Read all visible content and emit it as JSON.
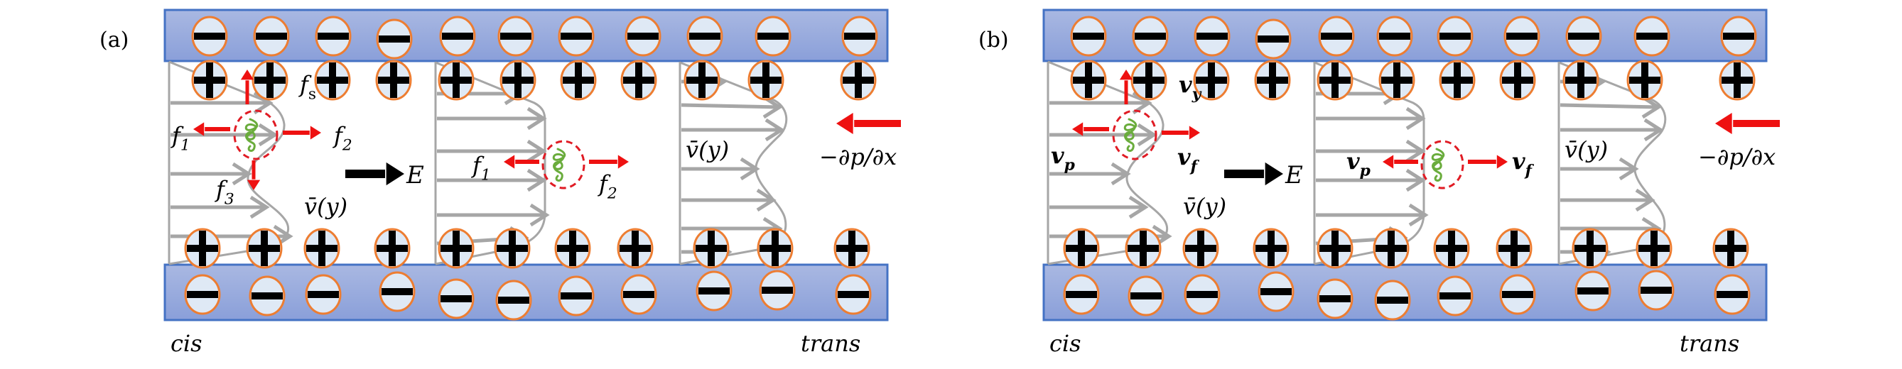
{
  "figure": {
    "colors": {
      "wall_fill_top": "#a9b8e2",
      "wall_fill_bottom": "#8a9fd9",
      "wall_border": "#4472c4",
      "ion_fill": "#dfe9f5",
      "ion_stroke": "#ed7d31",
      "ion_sign": "#000000",
      "profile": "#a6a6a6",
      "force_arrow": "#ee1111",
      "field_arrow": "#000000",
      "field_label": "#e8141c",
      "particle_outline": "#e01b24",
      "particle_coil": "#6aac3c"
    },
    "panels": [
      {
        "id": "a",
        "panel_label": "(a)",
        "inlet_label": "cis",
        "outlet_label": "trans",
        "field_label": "E",
        "pressure_label": "−∂p/∂x",
        "velocity_profile_labels": [
          "v̄(y)",
          "v̄(y)"
        ],
        "particle1_labels": {
          "up": {
            "base": "f",
            "sub": "s"
          },
          "left": {
            "base": "f",
            "sub": "1"
          },
          "right": {
            "base": "f",
            "sub": "2"
          },
          "down": {
            "base": "f",
            "sub": "3"
          }
        },
        "particle2_labels": {
          "left": {
            "base": "f",
            "sub": "1"
          },
          "right": {
            "base": "f",
            "sub": "2"
          }
        },
        "top_wall_ions": [
          "−",
          "−",
          "−",
          "−",
          "−",
          "−",
          "−",
          "−",
          "−",
          "−",
          "−"
        ],
        "top_counter_ions": [
          "+",
          "+",
          "+",
          "+",
          "+",
          "+",
          "+",
          "+",
          "+",
          "+",
          "+"
        ],
        "bottom_counter_ions": [
          "+",
          "+",
          "+",
          "+",
          "+",
          "+",
          "+",
          "+",
          "+",
          "+",
          "+"
        ],
        "bottom_wall_ions": [
          "−",
          "−",
          "−",
          "−",
          "−",
          "−",
          "−",
          "−",
          "−",
          "−",
          "−"
        ]
      },
      {
        "id": "b",
        "panel_label": "(b)",
        "inlet_label": "cis",
        "outlet_label": "trans",
        "field_label": "E",
        "pressure_label": "−∂p/∂x",
        "velocity_profile_labels": [
          "v̄(y)",
          "v̄(y)"
        ],
        "particle1_labels": {
          "up": {
            "base": "v",
            "sub": "y"
          },
          "left": {
            "base": "v",
            "sub": "p"
          },
          "right": {
            "base": "v",
            "sub": "f"
          }
        },
        "particle2_labels": {
          "left": {
            "base": "v",
            "sub": "p"
          },
          "right": {
            "base": "v",
            "sub": "f"
          }
        },
        "top_wall_ions": [
          "−",
          "−",
          "−",
          "−",
          "−",
          "−",
          "−",
          "−",
          "−",
          "−",
          "−"
        ],
        "top_counter_ions": [
          "+",
          "+",
          "+",
          "+",
          "+",
          "+",
          "+",
          "+",
          "+",
          "+",
          "+"
        ],
        "bottom_counter_ions": [
          "+",
          "+",
          "+",
          "+",
          "+",
          "+",
          "+",
          "+",
          "+",
          "+",
          "+"
        ],
        "bottom_wall_ions": [
          "−",
          "−",
          "−",
          "−",
          "−",
          "−",
          "−",
          "−",
          "−",
          "−",
          "−"
        ]
      }
    ]
  }
}
